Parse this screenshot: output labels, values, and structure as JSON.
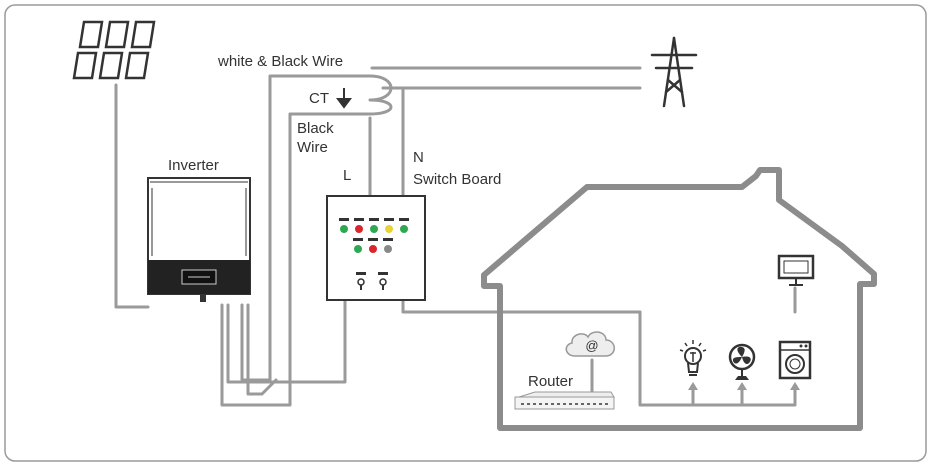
{
  "labels": {
    "inverter": "Inverter",
    "white_black_wire": "white & Black Wire",
    "ct": "CT",
    "black_wire_line1": "Black",
    "black_wire_line2": "Wire",
    "l": "L",
    "n": "N",
    "switch_board": "Switch Board",
    "router": "Router",
    "router_symbol": "@"
  },
  "colors": {
    "frame": "#9a9a9a",
    "wire": "#9a9a9a",
    "house": "#8c8c8c",
    "led_green": "#2fa84f",
    "led_red": "#d9262c",
    "led_yellow": "#e8d33a",
    "led_gray": "#888888"
  },
  "icons": [
    "solar-panel-icon",
    "power-tower-icon",
    "inverter-icon",
    "switch-board-icon",
    "router-icon",
    "cloud-icon",
    "monitor-icon",
    "light-bulb-icon",
    "fan-icon",
    "washing-machine-icon"
  ]
}
